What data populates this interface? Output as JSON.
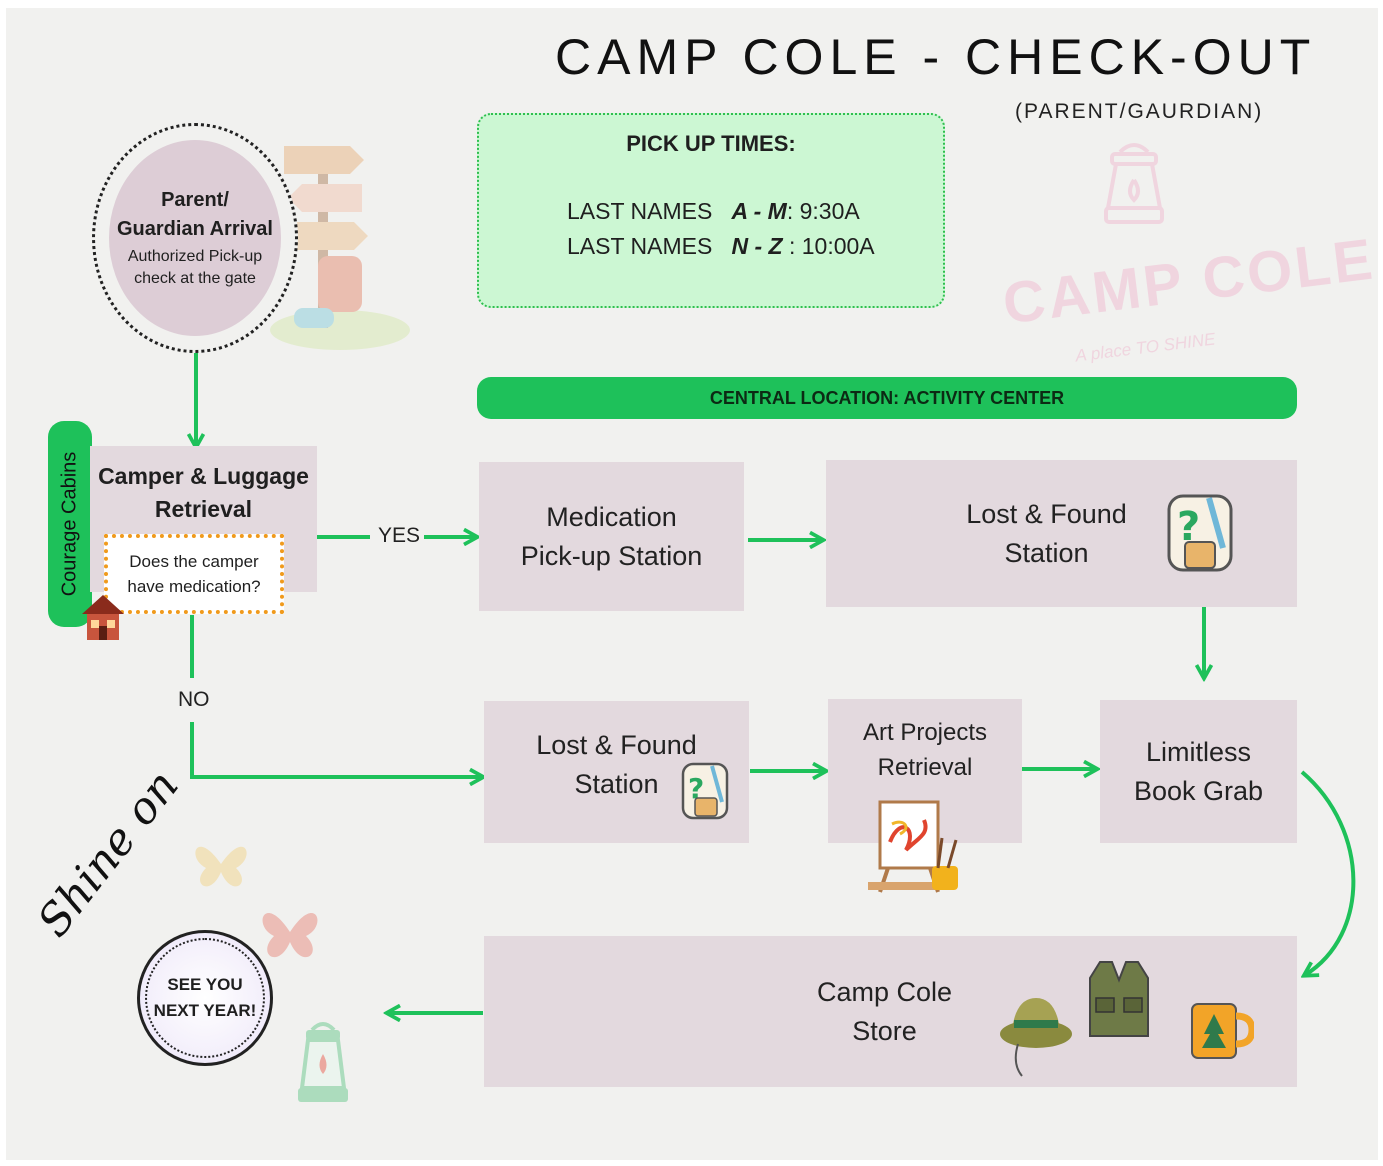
{
  "header": {
    "title": "CAMP COLE - CHECK-OUT",
    "subtitle": "(PARENT/GAURDIAN)"
  },
  "pickup_times": {
    "title": "PICK UP TIMES:",
    "rows": [
      {
        "prefix": "LAST NAMES",
        "range": "A - M",
        "time": ": 9:30A"
      },
      {
        "prefix": "LAST NAMES",
        "range": "N - Z",
        "time": " : 10:00A"
      }
    ]
  },
  "logo": {
    "text": "CAMP COLE",
    "tagline": "A place TO SHINE"
  },
  "central_location": "CENTRAL LOCATION: ACTIVITY CENTER",
  "arrival": {
    "title": "Parent/\nGuardian Arrival",
    "subtitle": "Authorized Pick-up\ncheck at the gate"
  },
  "courage_cabins": "Courage Cabins",
  "retrieval": {
    "title": "Camper & Luggage\nRetrieval",
    "question": "Does the camper\nhave medication?"
  },
  "branch_labels": {
    "yes": "YES",
    "no": "NO"
  },
  "stations": {
    "medication": "Medication\nPick-up Station",
    "lost_found_top": "Lost & Found\nStation",
    "lost_found_bottom": "Lost & Found\nStation",
    "art": "Art Projects\nRetrieval",
    "books": "Limitless\nBook Grab",
    "store": "Camp Cole\nStore"
  },
  "ending": {
    "shine": "Shine on",
    "see_you": "SEE YOU\nNEXT YEAR!"
  },
  "colors": {
    "arrow": "#1ec15a",
    "box": "#e3d9de",
    "accent_orange": "#f09a1c"
  }
}
